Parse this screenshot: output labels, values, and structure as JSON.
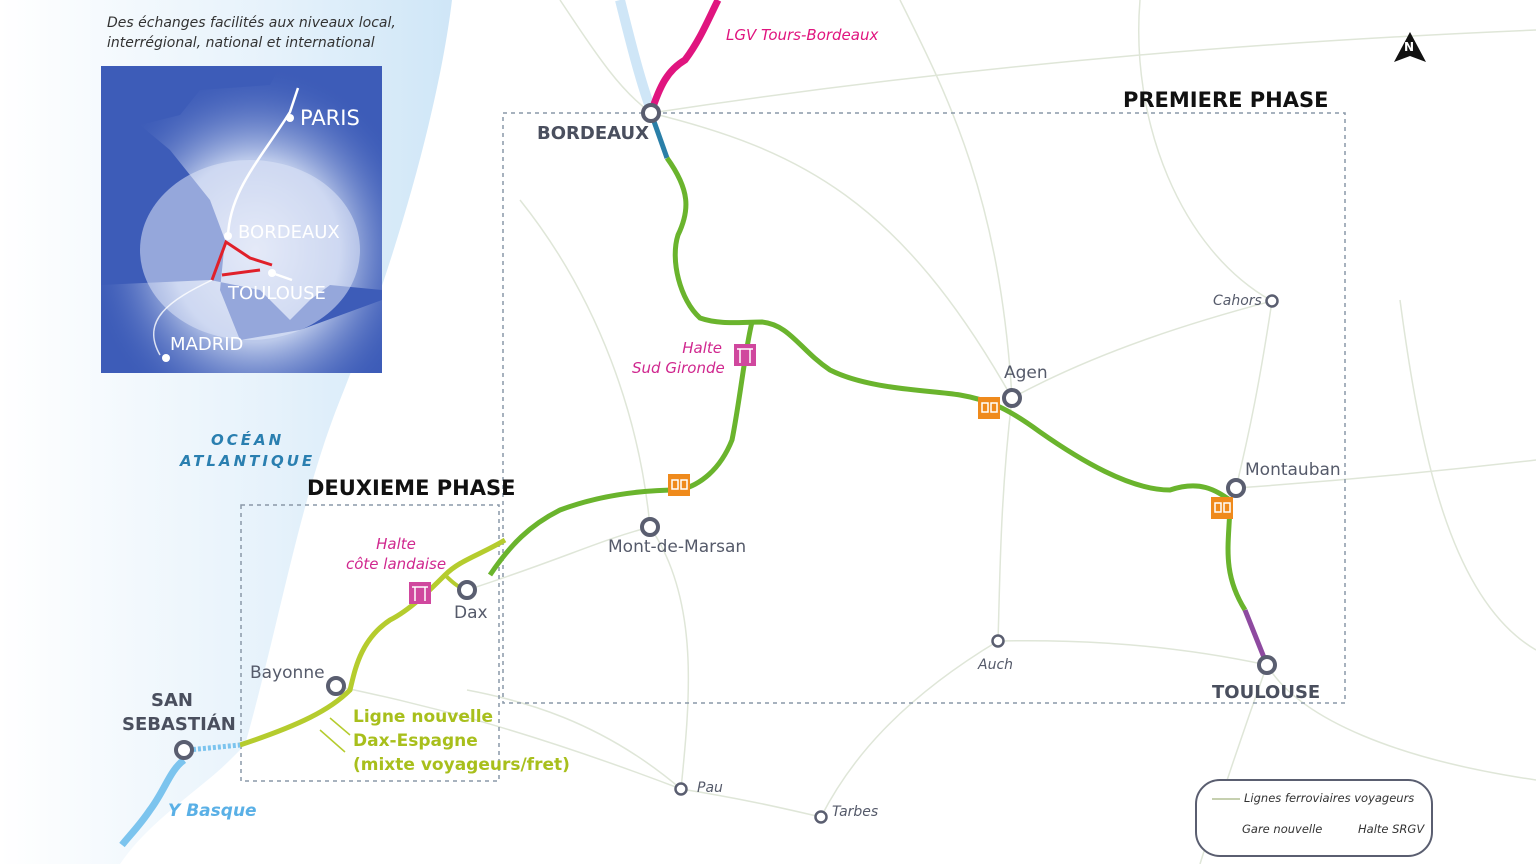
{
  "intro_text": [
    "Des échanges facilités aux niveaux local,",
    "interrégional, national et international"
  ],
  "inset": {
    "cities": [
      "PARIS",
      "BORDEAUX",
      "TOULOUSE",
      "MADRID"
    ],
    "background_color": "#3d5cb8"
  },
  "ocean_label": [
    "OCÉAN",
    "ATLANTIQUE"
  ],
  "phases": {
    "first": "PREMIERE PHASE",
    "second": "DEUXIEME PHASE"
  },
  "lines": {
    "lgv": "LGV Tours-Bordeaux",
    "y_basque": "Y Basque",
    "dax_espagne": [
      "Ligne nouvelle",
      "Dax-Espagne",
      "(mixte voyageurs/fret)"
    ]
  },
  "haltes": [
    [
      "Halte",
      "Sud Gironde"
    ],
    [
      "Halte",
      "côte landaise"
    ]
  ],
  "cities": {
    "bordeaux": "BORDEAUX",
    "mont_de_marsan": "Mont-de-Marsan",
    "dax": "Dax",
    "bayonne": "Bayonne",
    "san_sebastian": [
      "SAN",
      "SEBASTIÁN"
    ],
    "agen": "Agen",
    "montauban": "Montauban",
    "toulouse": "TOULOUSE",
    "cahors": "Cahors",
    "auch": "Auch",
    "pau": "Pau",
    "tarbes": "Tarbes"
  },
  "north": "N",
  "legend": {
    "lines": "Lignes ferroviaires voyageurs",
    "gare": "Gare nouvelle",
    "halte": "Halte SRGV"
  },
  "colors": {
    "green_line": "#6ab42d",
    "second_phase_line": "#b5cc2e",
    "lgv": "#e0157f",
    "y_basque": "#7cc4ee",
    "gare": "#ef8a1c",
    "halte": "#d0479e",
    "toulouse_segment": "#8e4aa0",
    "bordeaux_segment": "#2a7fa8"
  }
}
